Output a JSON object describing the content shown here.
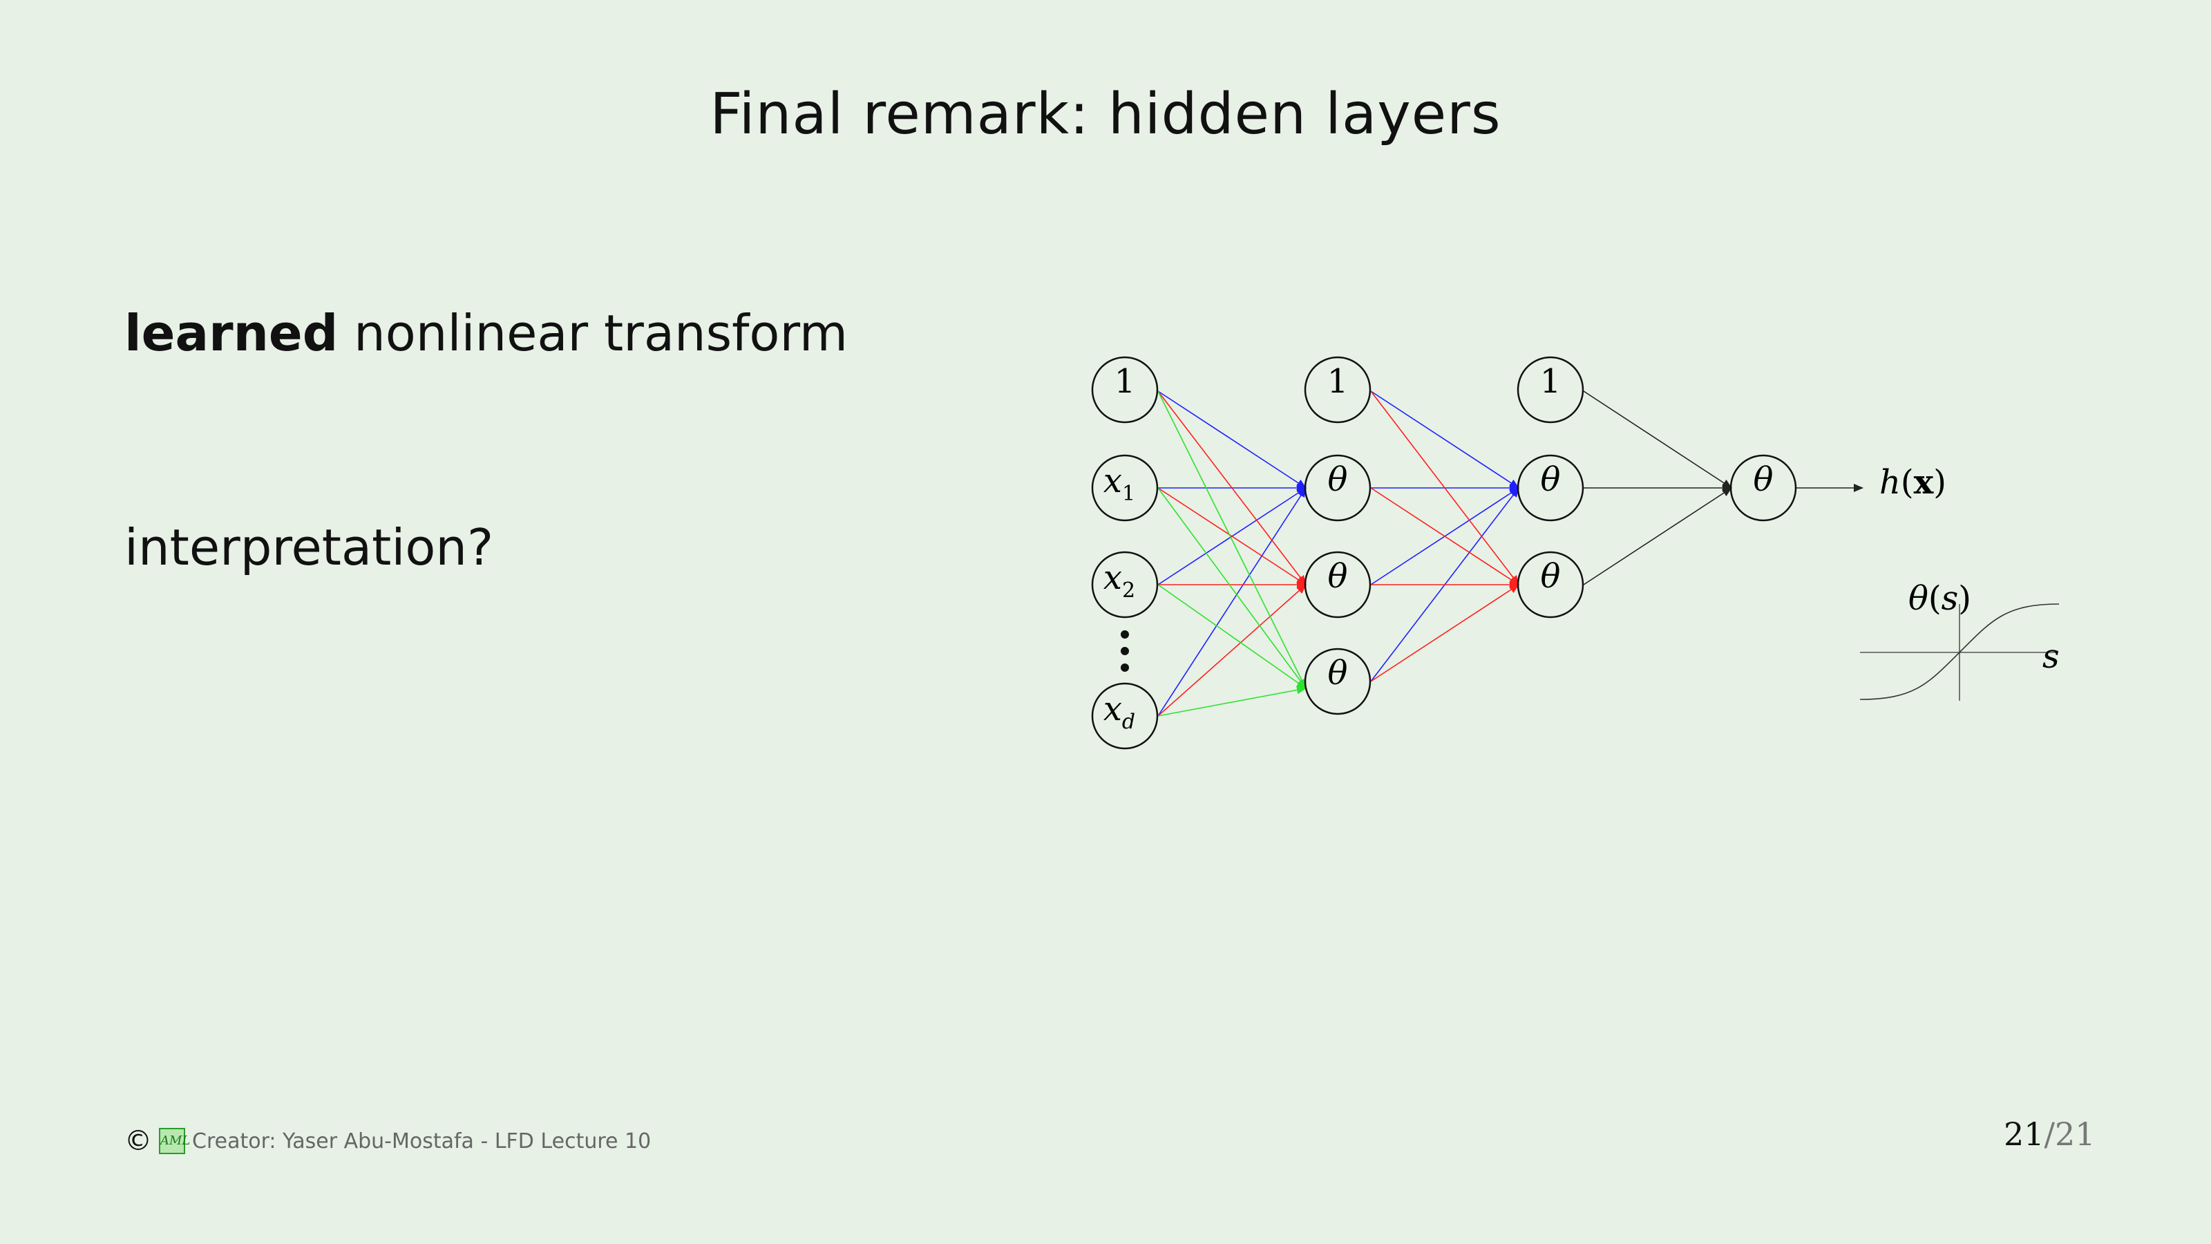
{
  "slide": {
    "title": "Final remark: hidden layers",
    "learned_bold": "learned",
    "learned_rest": " nonlinear transform",
    "interpretation": "interpretation?"
  },
  "diagram": {
    "input_nodes": [
      "1",
      "x1",
      "x2",
      "xd"
    ],
    "hidden1_nodes": [
      "1",
      "θ",
      "θ",
      "θ"
    ],
    "hidden2_nodes": [
      "1",
      "θ",
      "θ"
    ],
    "output_node": "θ",
    "output_label": "h(x)",
    "sigmoid_label": "θ(s)",
    "sigmoid_axis_label": "s",
    "edge_colors": {
      "blue": "#2020ff",
      "red": "#ff2020",
      "green": "#30e030",
      "black": "#222222"
    }
  },
  "footer": {
    "copyright": "©",
    "logo": "AML",
    "creator": "Creator: Yaser Abu-Mostafa - LFD Lecture 10",
    "page_current": "21",
    "page_total": "/21"
  }
}
